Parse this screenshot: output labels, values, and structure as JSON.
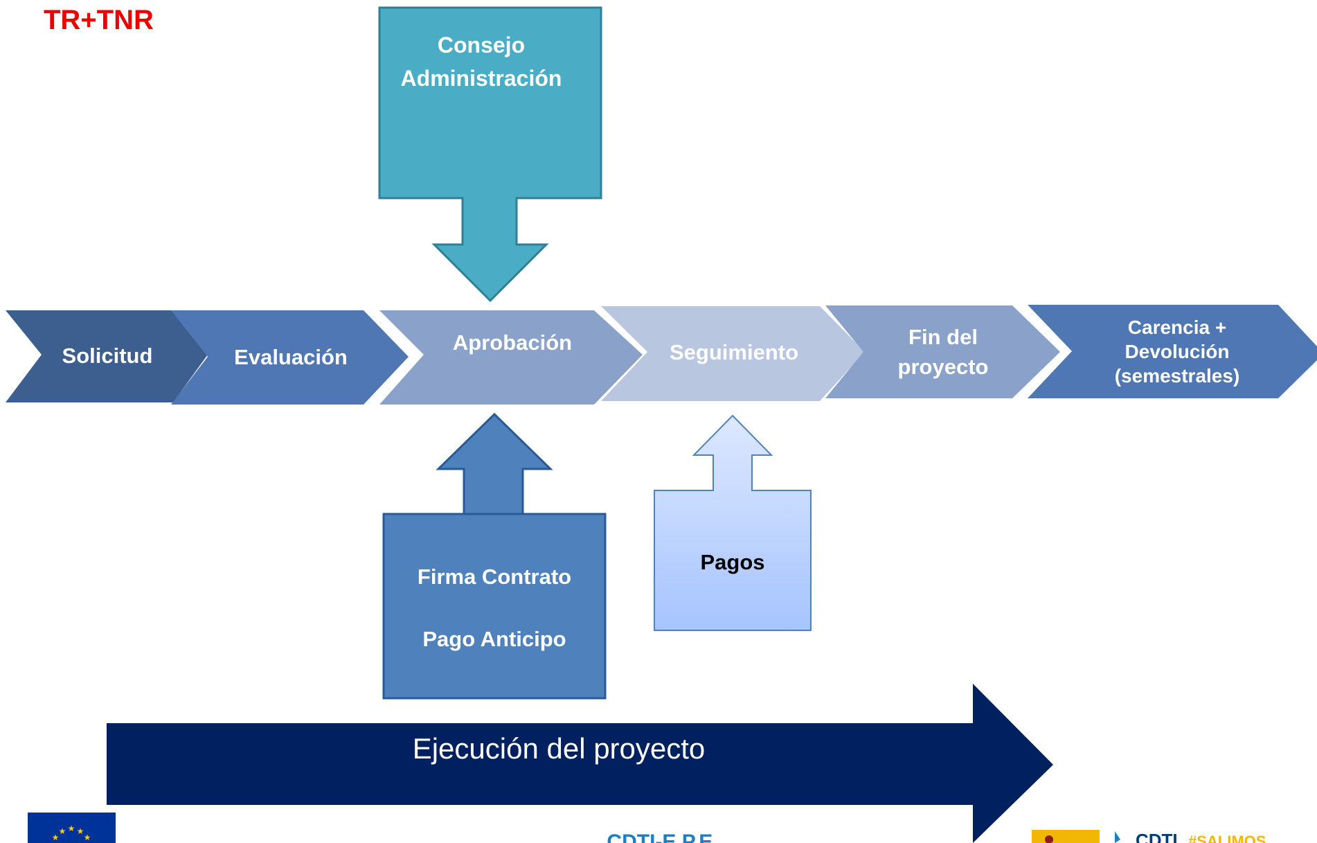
{
  "tag": "TR+TNR",
  "top_box": {
    "lines": [
      "Consejo",
      "Administración"
    ],
    "color": "#4bacc6"
  },
  "chevrons": [
    {
      "lines": [
        "Solicitud"
      ],
      "color": "#3c5f8f"
    },
    {
      "lines": [
        "Evaluación"
      ],
      "color": "#4f77b3"
    },
    {
      "lines": [
        "Aprobación"
      ],
      "color": "#8aa2c9"
    },
    {
      "lines": [
        "Seguimiento"
      ],
      "color": "#b9c6e0"
    },
    {
      "lines": [
        "Fin del",
        "proyecto"
      ],
      "color": "#8aa2c9"
    },
    {
      "lines": [
        "Carencia +",
        "Devolución",
        "(semestrales)"
      ],
      "color": "#4f77b3"
    }
  ],
  "contract_box": {
    "line1": "Firma Contrato",
    "line2": "Pago Anticipo",
    "color": "#4f81bd"
  },
  "payments_box": {
    "label": "Pagos",
    "color_top": "#dde8ff",
    "color_bottom": "#a6c4ff"
  },
  "execution_arrow": {
    "label": "Ejecución del proyecto",
    "color": "#002060"
  },
  "footer": {
    "center_text": "CDTI-E.P.E.",
    "logo_text_1": "CDTI",
    "logo_text_2": "#SALIMOS"
  }
}
